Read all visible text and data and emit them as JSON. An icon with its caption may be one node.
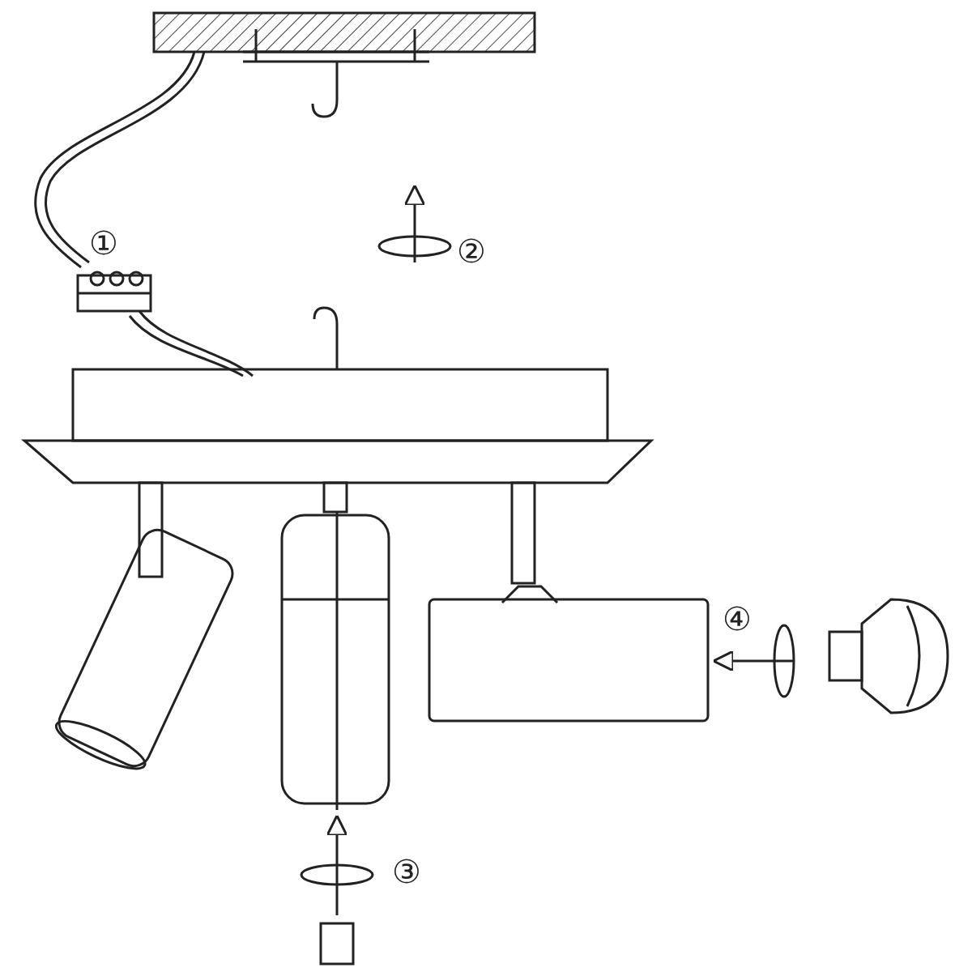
{
  "diagram": {
    "labels": [
      "①",
      "②",
      "④",
      "③"
    ]
  }
}
